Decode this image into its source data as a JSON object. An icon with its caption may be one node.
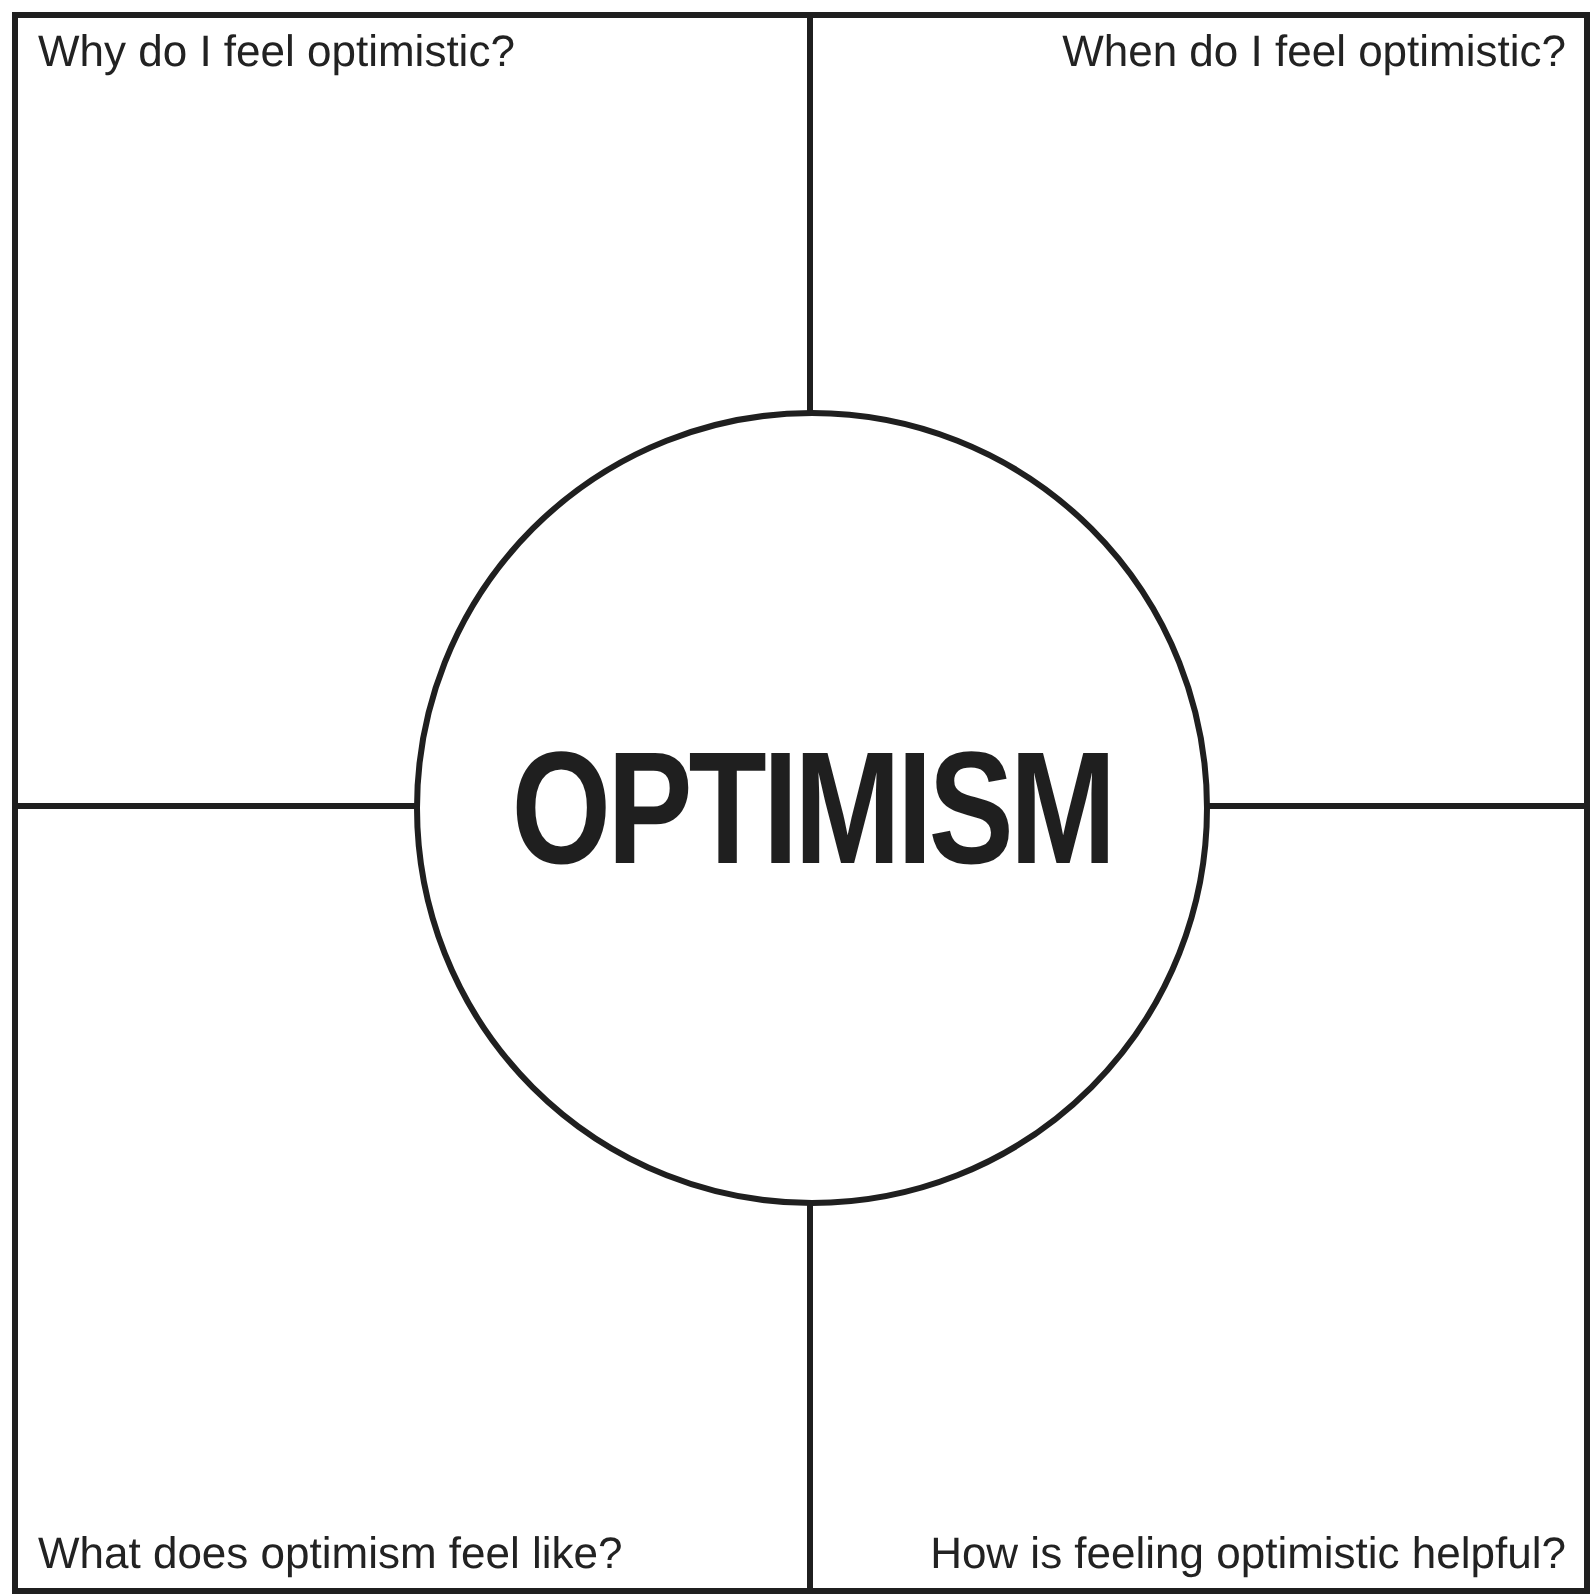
{
  "diagram": {
    "nodes": [
      {
        "text": [
          "Why do I feel optimistic?"
        ]
      },
      {
        "text": [
          "When do I feel optimistic?"
        ]
      },
      {
        "text": [
          "OPTIMISM"
        ]
      },
      {
        "text": [
          "What does optimism feel like?"
        ]
      },
      {
        "text": [
          "How is feeling optimistic helpful?"
        ]
      }
    ]
  }
}
